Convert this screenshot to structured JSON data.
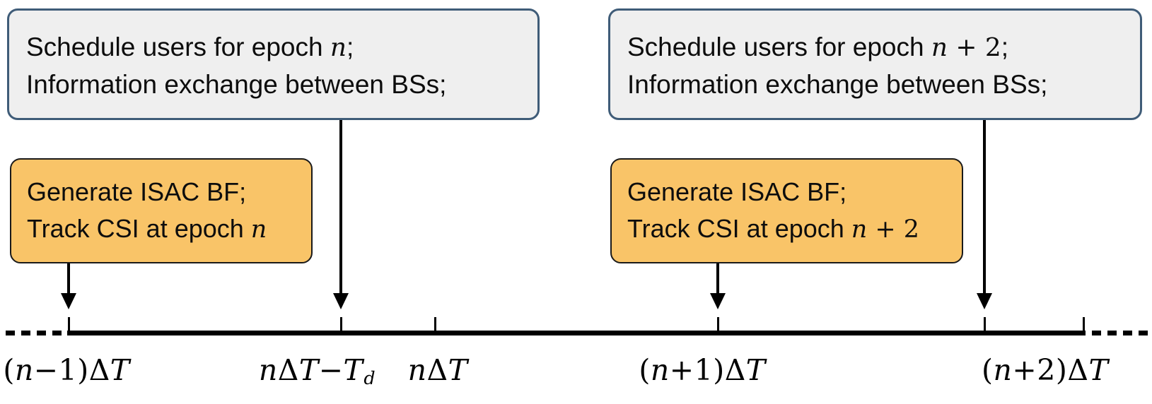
{
  "colors": {
    "box_gray_fill": "#efefef",
    "box_gray_border": "#3f5c78",
    "box_orange_fill": "#f9c468",
    "box_orange_border": "#1a1a1a",
    "ink": "#000000"
  },
  "boxes": {
    "schedule_left": {
      "line1_pre": "Schedule users for epoch ",
      "line1_var": "n",
      "line1_rest": "",
      "line1_end": ";",
      "line2": "Information exchange between BSs;"
    },
    "schedule_right": {
      "line1_pre": "Schedule users for epoch ",
      "line1_var": "n",
      "line1_rest": " + 2",
      "line1_end": ";",
      "line2": "Information exchange between BSs;"
    },
    "isac_left": {
      "line1": "Generate ISAC BF;",
      "line2_pre": "Track CSI at epoch ",
      "line2_var": "n",
      "line2_rest": ""
    },
    "isac_right": {
      "line1": "Generate ISAC BF;",
      "line2_pre": "Track CSI at epoch ",
      "line2_var": "n",
      "line2_rest": " + 2"
    }
  },
  "timeline": {
    "labels": [
      {
        "parts": [
          "(",
          "n",
          "−1)",
          "Δ",
          "T"
        ],
        "sub": ""
      },
      {
        "parts": [
          "n",
          "Δ",
          "T",
          "−",
          "T"
        ],
        "sub": "d"
      },
      {
        "parts": [
          "n",
          "Δ",
          "T"
        ],
        "sub": ""
      },
      {
        "parts": [
          "(",
          "n",
          "+1)",
          "Δ",
          "T"
        ],
        "sub": ""
      },
      {
        "parts": [
          "(",
          "n",
          "+2)",
          "Δ",
          "T"
        ],
        "sub": ""
      }
    ]
  }
}
